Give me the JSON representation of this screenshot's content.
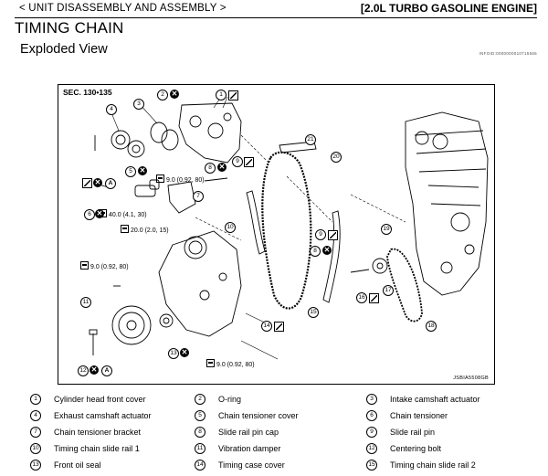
{
  "header": {
    "section": "< UNIT DISASSEMBLY AND ASSEMBLY >",
    "engine": "[2.0L TURBO GASOLINE ENGINE]",
    "title": "TIMING CHAIN",
    "subtitle": "Exploded View",
    "doc_id": "INFOID:0000000010715565"
  },
  "diagram": {
    "sec_ref": "SEC. 130•135",
    "figure_code": "JSBIA5508GB",
    "torques": [
      {
        "id": "t1",
        "text": "9.0 (0.92, 80)"
      },
      {
        "id": "t2",
        "text": "40.0 (4.1, 30)"
      },
      {
        "id": "t3",
        "text": "20.0 (2.0, 15)"
      },
      {
        "id": "t4",
        "text": "9.0 (0.92, 80)"
      },
      {
        "id": "t5",
        "text": "9.0 (0.92, 80)"
      }
    ],
    "callouts": [
      "1",
      "2",
      "3",
      "4",
      "5",
      "6",
      "7",
      "8",
      "9",
      "10",
      "11",
      "12",
      "13",
      "14",
      "15",
      "16",
      "17",
      "18",
      "19",
      "20",
      "21"
    ],
    "icons": [
      "new-part-x-icon",
      "apply-fluid-a-icon",
      "sealant-icon",
      "torque-icon"
    ]
  },
  "legend": [
    {
      "num": "1",
      "label": "Cylinder head front cover"
    },
    {
      "num": "2",
      "label": "O-ring"
    },
    {
      "num": "3",
      "label": "Intake camshaft actuator"
    },
    {
      "num": "4",
      "label": "Exhaust camshaft actuator"
    },
    {
      "num": "5",
      "label": "Chain tensioner cover"
    },
    {
      "num": "6",
      "label": "Chain tensioner"
    },
    {
      "num": "7",
      "label": "Chain tensioner bracket"
    },
    {
      "num": "8",
      "label": "Slide rail pin cap"
    },
    {
      "num": "9",
      "label": "Slide rail pin"
    },
    {
      "num": "10",
      "label": "Timing chain slide rail 1"
    },
    {
      "num": "11",
      "label": "Vibration damper"
    },
    {
      "num": "12",
      "label": "Centering bolt"
    },
    {
      "num": "13",
      "label": "Front oil seal"
    },
    {
      "num": "14",
      "label": "Timing case cover"
    },
    {
      "num": "15",
      "label": "Timing chain slide rail 2"
    }
  ]
}
